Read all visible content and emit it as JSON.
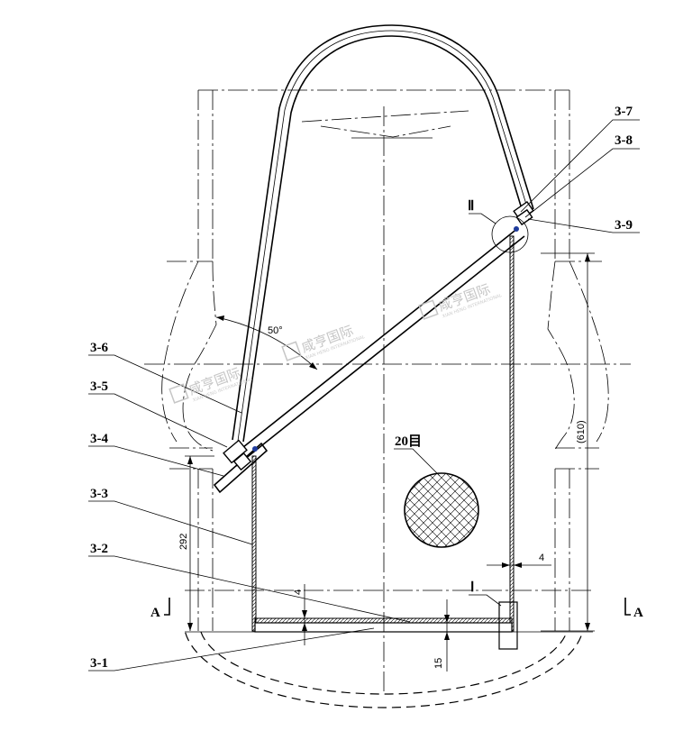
{
  "labels": {
    "p3_1": "3-1",
    "p3_2": "3-2",
    "p3_3": "3-3",
    "p3_4": "3-4",
    "p3_5": "3-5",
    "p3_6": "3-6",
    "p3_7": "3-7",
    "p3_8": "3-8",
    "p3_9": "3-9",
    "detail_1": "Ⅰ",
    "detail_2": "Ⅱ",
    "mesh": "20目",
    "section_left": "A",
    "section_right": "A"
  },
  "dimensions": {
    "angle": "50°",
    "height_610": "(610)",
    "height_292": "292",
    "plate_4_left": "4",
    "plate_4_right": "4",
    "gap_15": "15"
  },
  "watermark": {
    "text": "咸亨国际",
    "subtext": "XIAN HENG INTERNATIONAL"
  }
}
